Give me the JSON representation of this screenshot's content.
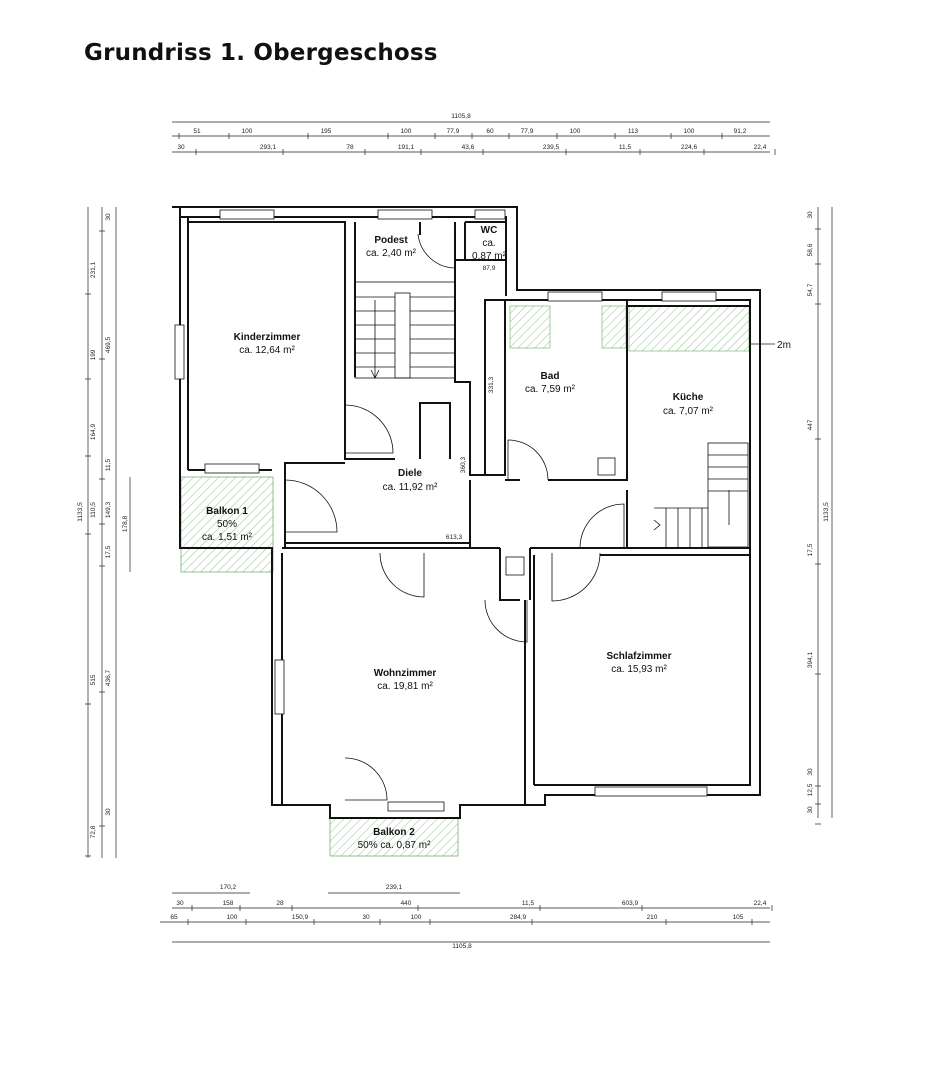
{
  "title": "Grundriss 1. Obergeschoss",
  "rooms": {
    "kinderzimmer": {
      "name": "Kinderzimmer",
      "area": "ca. 12,64 m²"
    },
    "podest": {
      "name": "Podest",
      "area": "ca. 2,40 m²"
    },
    "wc": {
      "name": "WC",
      "area_line1": "ca.",
      "area_line2": "0,87 m²",
      "dim": "87,9"
    },
    "bad": {
      "name": "Bad",
      "area": "ca. 7,59 m²"
    },
    "kueche": {
      "name": "Küche",
      "area": "ca. 7,07 m²"
    },
    "diele": {
      "name": "Diele",
      "area": "ca. 11,92 m²"
    },
    "balkon1": {
      "name": "Balkon 1",
      "share": "50%",
      "area": "ca. 1,51 m²"
    },
    "wohnzimmer": {
      "name": "Wohnzimmer",
      "area": "ca. 19,81 m²"
    },
    "schlafzimmer": {
      "name": "Schlafzimmer",
      "area": "ca. 15,93 m²"
    },
    "balkon2": {
      "name": "Balkon 2",
      "area": "50% ca. 0,87 m²"
    }
  },
  "annotations": {
    "height_marker": "2m",
    "diele_inner": "613,3",
    "bad_inner": "331,3",
    "diele_side": "360,3"
  },
  "dimensions": {
    "top_total": "1105,8",
    "top_row1": [
      "51",
      "100",
      "195",
      "100",
      "77,9",
      "60",
      "77,9",
      "100",
      "113",
      "100",
      "91,2"
    ],
    "top_row2": [
      "30",
      "293,1",
      "78",
      "191,1",
      "43,6",
      "239,5",
      "11,5",
      "224,6",
      "22,4"
    ],
    "left_outer": [
      "1133,5"
    ],
    "left_row1": [
      "231,1",
      "199",
      "164,9",
      "110,5",
      "515",
      "72,8"
    ],
    "left_row2": [
      "30",
      "469,5",
      "11,5",
      "149,3",
      "17,5",
      "436,7",
      "30"
    ],
    "left_row3": [
      "178,8"
    ],
    "right_row1": [
      "30",
      "58,6",
      "54,7",
      "447",
      "17,5",
      "394,1",
      "30",
      "12,5",
      "30"
    ],
    "right_total": "1133,5",
    "bottom_row1": [
      "170,2",
      "239,1"
    ],
    "bottom_row2": [
      "30",
      "158",
      "28",
      "440",
      "11,5",
      "603,9",
      "22,4"
    ],
    "bottom_row3": [
      "65",
      "100",
      "150,9",
      "30",
      "100",
      "284,9",
      "210",
      "105"
    ],
    "bottom_total": "1105,8"
  },
  "colors": {
    "wall": "#111111",
    "hatch": "#4a9a4a",
    "background": "#ffffff"
  }
}
